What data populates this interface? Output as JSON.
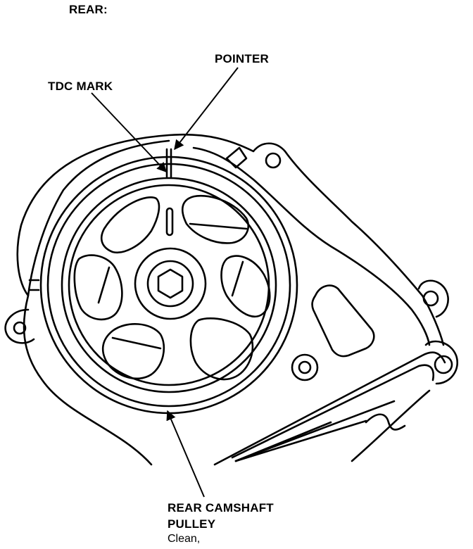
{
  "heading": "REAR:",
  "labels": {
    "pointer": "POINTER",
    "tdc_mark": "TDC MARK",
    "pulley_line1": "REAR CAMSHAFT",
    "pulley_line2": "PULLEY",
    "note": "Clean,"
  },
  "colors": {
    "ink": "#000000",
    "paper": "#ffffff"
  }
}
